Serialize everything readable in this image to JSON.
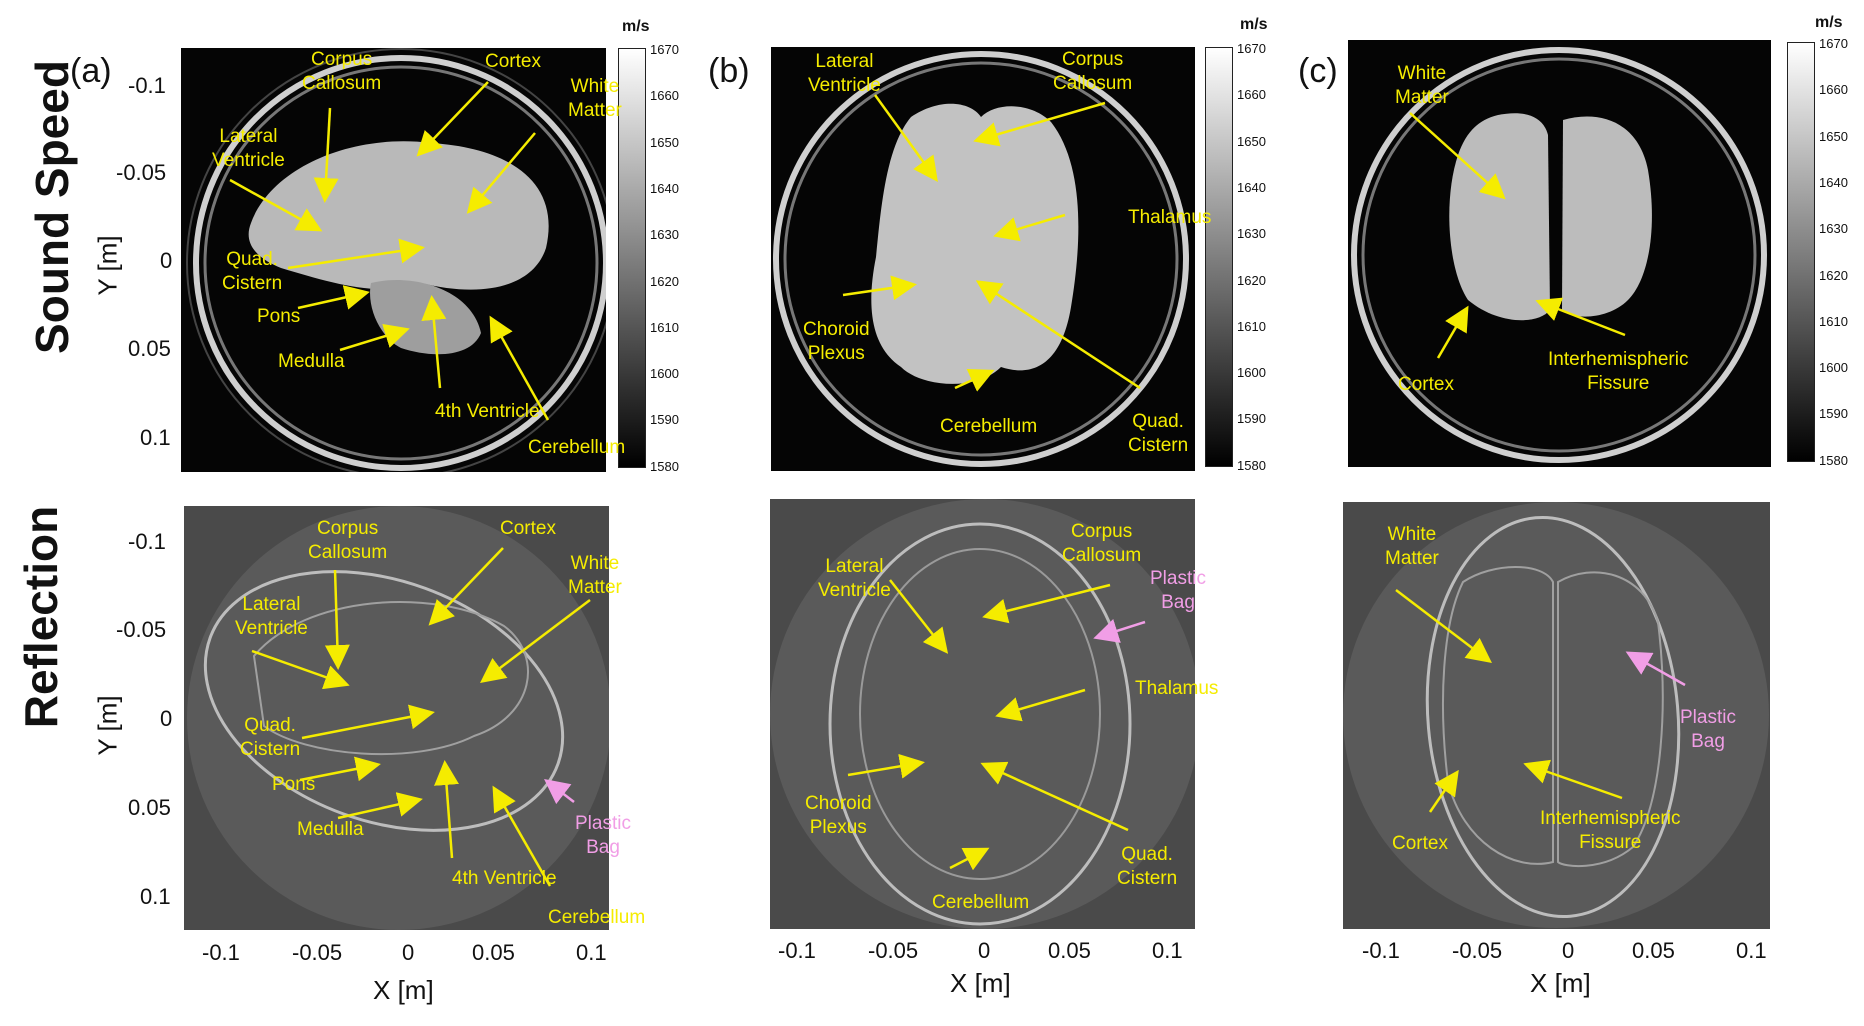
{
  "row_labels": {
    "top": "Sound Speed",
    "bottom": "Reflection"
  },
  "panel_labels": [
    "(a)",
    "(b)",
    "(c)"
  ],
  "colorbar": {
    "unit": "m/s",
    "ticks": [
      "1670",
      "1660",
      "1650",
      "1640",
      "1630",
      "1620",
      "1610",
      "1600",
      "1590",
      "1580"
    ]
  },
  "axes": {
    "x_label": "X [m]",
    "y_label": "Y [m]",
    "x_ticks": [
      "-0.1",
      "-0.05",
      "0",
      "0.05",
      "0.1"
    ],
    "y_ticks": [
      "-0.1",
      "-0.05",
      "0",
      "0.05",
      "0.1"
    ]
  },
  "colors": {
    "annotation": "#f5ec00",
    "bag_annotation": "#f19ee6"
  },
  "annotations": {
    "a_top": [
      "Corpus\nCallosum",
      "Cortex",
      "White\nMatter",
      "Lateral\nVentricle",
      "Quad.\nCistern",
      "Pons",
      "Medulla",
      "4th Ventricle",
      "Cerebellum"
    ],
    "b_top": [
      "Lateral\nVentricle",
      "Corpus\nCallosum",
      "Thalamus",
      "Choroid\nPlexus",
      "Cerebellum",
      "Quad.\nCistern"
    ],
    "c_top": [
      "White\nMatter",
      "Cortex",
      "Interhemispheric\nFissure"
    ],
    "a_bot": [
      "Corpus\nCallosum",
      "Cortex",
      "White\nMatter",
      "Lateral\nVentricle",
      "Quad.\nCistern",
      "Pons",
      "Medulla",
      "4th Ventricle",
      "Cerebellum",
      "Plastic\nBag"
    ],
    "b_bot": [
      "Lateral\nVentricle",
      "Corpus\nCallosum",
      "Plastic\nBag",
      "Thalamus",
      "Choroid\nPlexus",
      "Cerebellum",
      "Quad.\nCistern"
    ],
    "c_bot": [
      "White\nMatter",
      "Plastic\nBag",
      "Cortex",
      "Interhemispheric\nFissure"
    ]
  }
}
